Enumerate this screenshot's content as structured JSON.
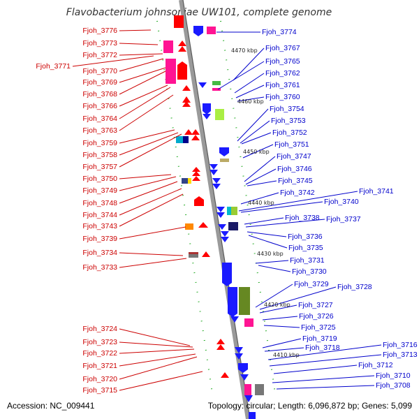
{
  "title": "Flavobacterium johnsoniae UW101, complete genome",
  "accession": "Accession: NC_009441",
  "stats": "Topology: circular; Length: 6,096,872 bp; Genes: 5,099",
  "colors": {
    "left_label": "#cc0000",
    "right_label": "#0000cc",
    "reverse_strand": "#ff0000",
    "forward_strand": "#1a1aff",
    "backbone": "#999999",
    "tick": "#22aa22"
  },
  "kbp_markers": [
    "4470 kbp",
    "4460 kbp",
    "4450 kbp",
    "4440 kbp",
    "4430 kbp",
    "4420 kbp",
    "4410 kbp"
  ],
  "left_labels": [
    "Fjoh_3776",
    "Fjoh_3773",
    "Fjoh_3772",
    "Fjoh_3771",
    "Fjoh_3770",
    "Fjoh_3769",
    "Fjoh_3768",
    "Fjoh_3766",
    "Fjoh_3764",
    "Fjoh_3763",
    "Fjoh_3759",
    "Fjoh_3758",
    "Fjoh_3757",
    "Fjoh_3750",
    "Fjoh_3749",
    "Fjoh_3748",
    "Fjoh_3744",
    "Fjoh_3743",
    "Fjoh_3739",
    "Fjoh_3734",
    "Fjoh_3733",
    "Fjoh_3724",
    "Fjoh_3723",
    "Fjoh_3722",
    "Fjoh_3721",
    "Fjoh_3720",
    "Fjoh_3715"
  ],
  "right_labels": [
    "Fjoh_3774",
    "Fjoh_3767",
    "Fjoh_3765",
    "Fjoh_3762",
    "Fjoh_3761",
    "Fjoh_3760",
    "Fjoh_3754",
    "Fjoh_3753",
    "Fjoh_3752",
    "Fjoh_3751",
    "Fjoh_3747",
    "Fjoh_3746",
    "Fjoh_3745",
    "Fjoh_3742",
    "Fjoh_3741",
    "Fjoh_3740",
    "Fjoh_3738",
    "Fjoh_3737",
    "Fjoh_3736",
    "Fjoh_3735",
    "Fjoh_3731",
    "Fjoh_3730",
    "Fjoh_3729",
    "Fjoh_3728",
    "Fjoh_3727",
    "Fjoh_3726",
    "Fjoh_3725",
    "Fjoh_3719",
    "Fjoh_3718",
    "Fjoh_3716",
    "Fjoh_3713",
    "Fjoh_3712",
    "Fjoh_3710",
    "Fjoh_3708"
  ]
}
